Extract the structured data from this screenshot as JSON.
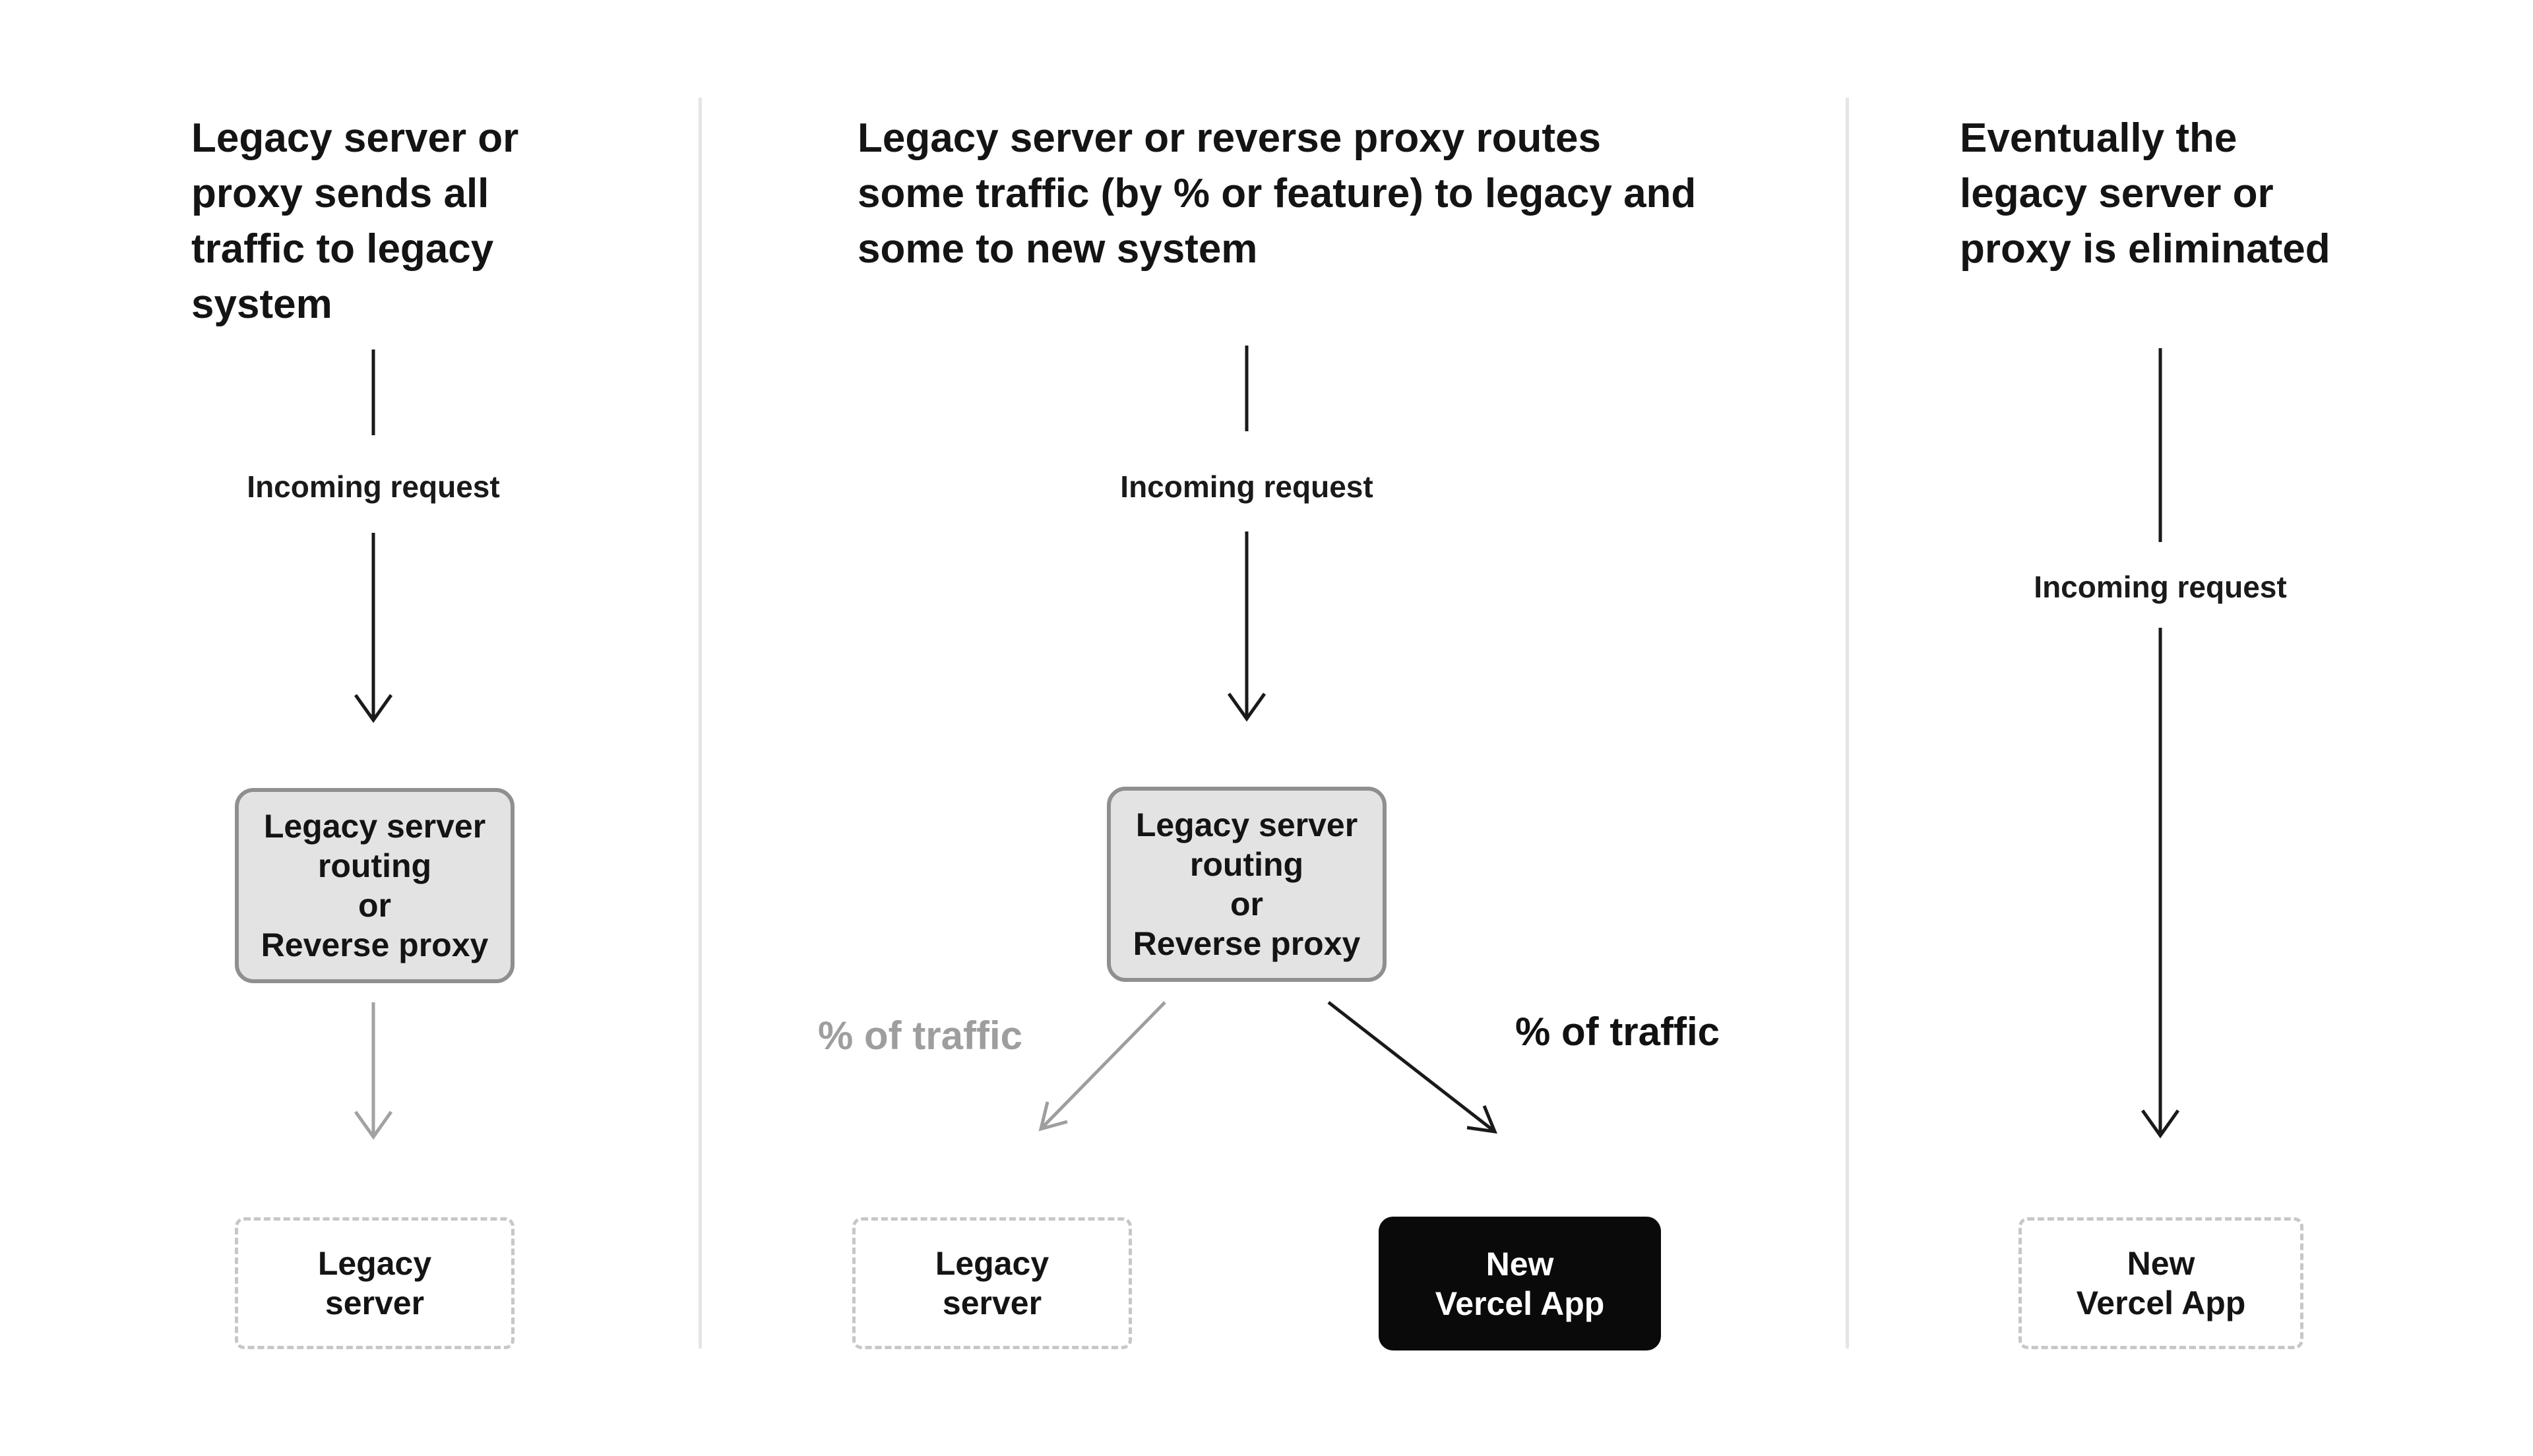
{
  "colors": {
    "text_black": "#141414",
    "muted_gray": "#9e9e9e",
    "router_box_fill": "#e3e3e3",
    "router_box_border": "#8f8f8f",
    "dashed_border": "#c7c7c7",
    "black_box_bg": "#0a0a0a",
    "divider": "#e5e5e5"
  },
  "left_panel": {
    "heading_lines": [
      "Legacy server or",
      "proxy sends all",
      "traffic to legacy",
      "system"
    ],
    "incoming_request_label": "Incoming request",
    "router_box_lines": [
      "Legacy server",
      "routing",
      "or",
      "Reverse proxy"
    ],
    "legacy_server_box_lines": [
      "Legacy",
      "server"
    ]
  },
  "middle_panel": {
    "heading_lines": [
      "Legacy server or reverse proxy routes",
      "some traffic (by % or feature) to legacy and",
      "some to new system"
    ],
    "incoming_request_label": "Incoming request",
    "router_box_lines": [
      "Legacy server",
      "routing",
      "or",
      "Reverse proxy"
    ],
    "legacy_traffic_label": "% of traffic",
    "vercel_traffic_label": "% of traffic",
    "legacy_server_box_lines": [
      "Legacy",
      "server"
    ],
    "vercel_app_box_lines": [
      "New",
      "Vercel App"
    ]
  },
  "right_panel": {
    "heading_lines": [
      "Eventually the",
      "legacy server or",
      "proxy is eliminated"
    ],
    "incoming_request_label": "Incoming request",
    "vercel_app_box_lines": [
      "New",
      "Vercel App"
    ]
  }
}
